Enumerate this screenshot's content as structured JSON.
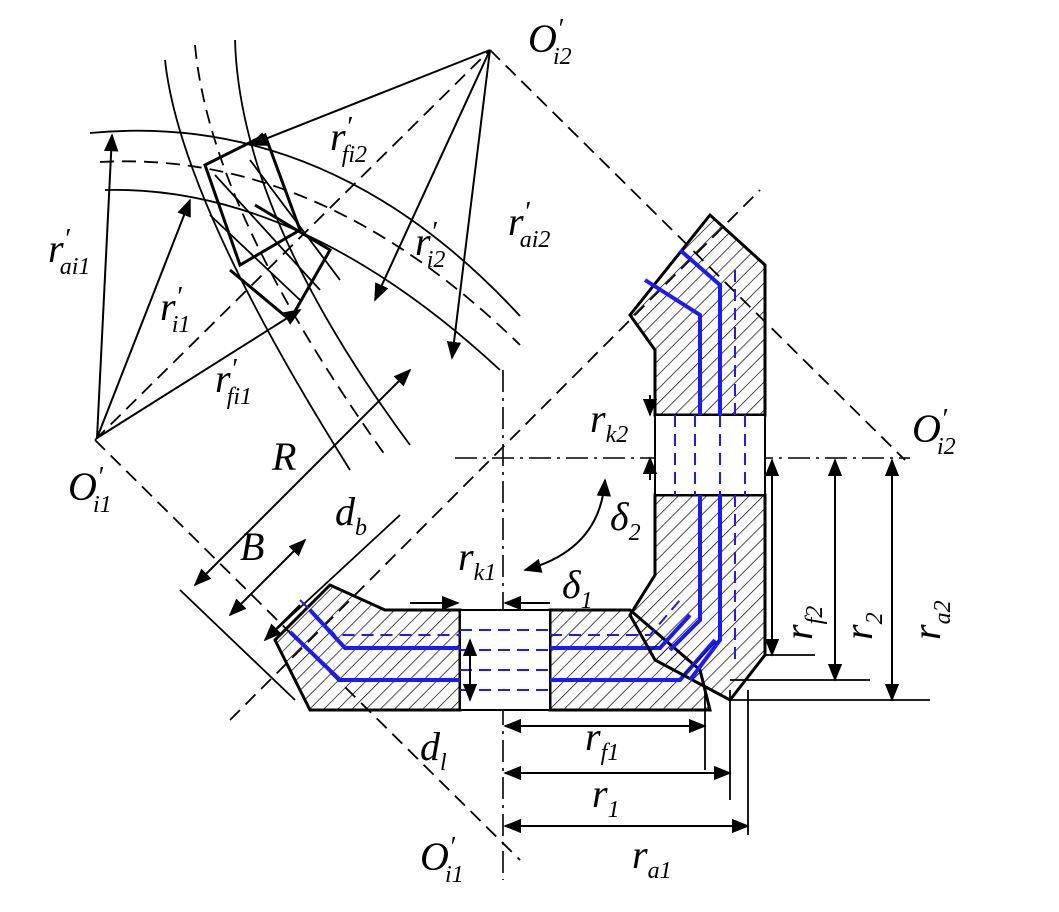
{
  "diagram": {
    "labels": [
      {
        "id": "O-i2-top",
        "main": "O",
        "sub": "i2",
        "prime": true
      },
      {
        "id": "r-fi2",
        "main": "r",
        "sub": "fi2",
        "prime": true
      },
      {
        "id": "r-ai2",
        "main": "r",
        "sub": "ai2",
        "prime": true
      },
      {
        "id": "r-i2",
        "main": "r",
        "sub": "i2",
        "prime": true
      },
      {
        "id": "r-ai1",
        "main": "r",
        "sub": "ai1",
        "prime": true
      },
      {
        "id": "r-i1",
        "main": "r",
        "sub": "i1",
        "prime": true
      },
      {
        "id": "r-fi1",
        "main": "r",
        "sub": "fi1",
        "prime": true
      },
      {
        "id": "O-i1-left",
        "main": "O",
        "sub": "i1",
        "prime": true
      },
      {
        "id": "R",
        "main": "R",
        "sub": "",
        "prime": false
      },
      {
        "id": "B",
        "main": "B",
        "sub": "",
        "prime": false
      },
      {
        "id": "d-b",
        "main": "d",
        "sub": "b",
        "prime": false
      },
      {
        "id": "r-k1",
        "main": "r",
        "sub": "k1",
        "prime": false
      },
      {
        "id": "delta-1",
        "main": "δ",
        "sub": "1",
        "prime": false
      },
      {
        "id": "delta-2",
        "main": "δ",
        "sub": "2",
        "prime": false
      },
      {
        "id": "r-k2",
        "main": "r",
        "sub": "k2",
        "prime": false
      },
      {
        "id": "O-i2-right",
        "main": "O",
        "sub": "i2",
        "prime": true
      },
      {
        "id": "r-f2",
        "main": "r",
        "sub": "f2",
        "prime": false
      },
      {
        "id": "r-2",
        "main": "r",
        "sub": "2",
        "prime": false
      },
      {
        "id": "r-a2",
        "main": "r",
        "sub": "a2",
        "prime": false
      },
      {
        "id": "d-l",
        "main": "d",
        "sub": "l",
        "prime": false
      },
      {
        "id": "r-f1",
        "main": "r",
        "sub": "f1",
        "prime": false
      },
      {
        "id": "r-1",
        "main": "r",
        "sub": "1",
        "prime": false
      },
      {
        "id": "r-a1",
        "main": "r",
        "sub": "a1",
        "prime": false
      },
      {
        "id": "O-i1-bottom",
        "main": "O",
        "sub": "i1",
        "prime": true
      }
    ]
  }
}
